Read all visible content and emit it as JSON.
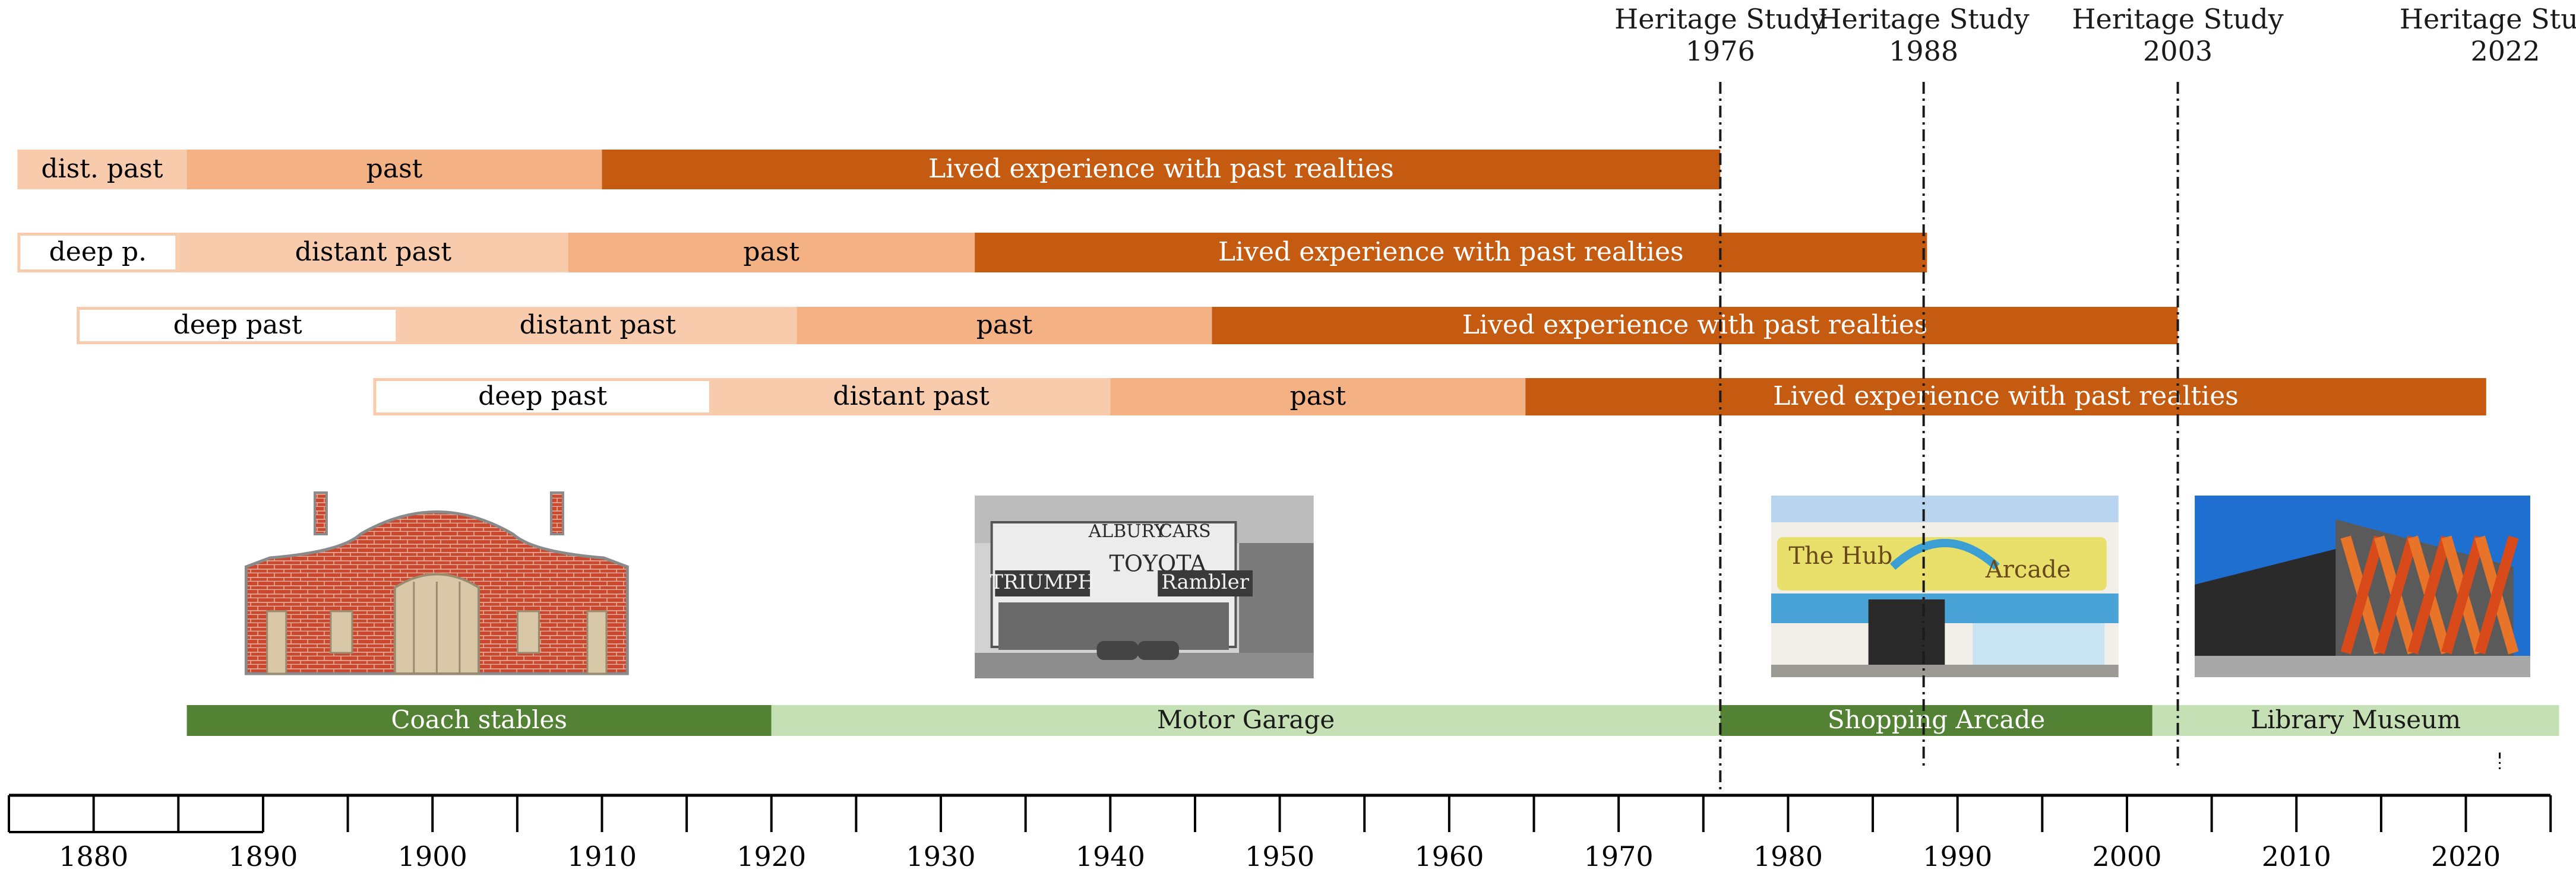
{
  "studies": [
    {
      "label": "Heritage Study",
      "year_label": "1976",
      "year": 1976
    },
    {
      "label": "Heritage Study",
      "year_label": "1988",
      "year": 1988
    },
    {
      "label": "Heritage Study",
      "year_label": "2003",
      "year": 2003
    },
    {
      "label": "Heritage Study",
      "year_label": "2022",
      "year": 2022
    }
  ],
  "rows": [
    {
      "study_year": 1976,
      "segments": [
        {
          "label": "dist. past",
          "start": 1875.5,
          "end": 1885.5,
          "kind": "distant"
        },
        {
          "label": "past",
          "start": 1885.5,
          "end": 1910,
          "kind": "past"
        },
        {
          "label": "Lived experience with past realties",
          "start": 1910,
          "end": 1976,
          "kind": "lived"
        }
      ]
    },
    {
      "study_year": 1988,
      "segments": [
        {
          "label": "deep p.",
          "start": 1875.5,
          "end": 1885,
          "kind": "deep"
        },
        {
          "label": "distant past",
          "start": 1885,
          "end": 1908,
          "kind": "distant"
        },
        {
          "label": "past",
          "start": 1908,
          "end": 1932,
          "kind": "past"
        },
        {
          "label": "Lived experience with past realties",
          "start": 1932,
          "end": 1988.2,
          "kind": "lived"
        }
      ]
    },
    {
      "study_year": 2003,
      "segments": [
        {
          "label": "deep past",
          "start": 1879,
          "end": 1898,
          "kind": "deep"
        },
        {
          "label": "distant past",
          "start": 1898,
          "end": 1921.5,
          "kind": "distant"
        },
        {
          "label": "past",
          "start": 1921.5,
          "end": 1946,
          "kind": "past"
        },
        {
          "label": "Lived experience with past realties",
          "start": 1946,
          "end": 2003,
          "kind": "lived"
        }
      ]
    },
    {
      "study_year": 2022,
      "segments": [
        {
          "label": "deep past",
          "start": 1896.5,
          "end": 1916.5,
          "kind": "deep"
        },
        {
          "label": "distant past",
          "start": 1916.5,
          "end": 1940,
          "kind": "distant"
        },
        {
          "label": "past",
          "start": 1940,
          "end": 1964.5,
          "kind": "past"
        },
        {
          "label": "Lived experience with past realties",
          "start": 1964.5,
          "end": 2021.2,
          "kind": "lived"
        }
      ]
    }
  ],
  "uses": [
    {
      "label": "Coach stables",
      "start": 1885.5,
      "end": 1920,
      "tone": "dark"
    },
    {
      "label": "Motor Garage",
      "start": 1920,
      "end": 1976,
      "tone": "light"
    },
    {
      "label": "Shopping Arcade",
      "start": 1976,
      "end": 2001.5,
      "tone": "dark"
    },
    {
      "label": "Library Museum",
      "start": 2001.5,
      "end": 2025.5,
      "tone": "light"
    }
  ],
  "photos": [
    {
      "name": "coach-stables-illustration",
      "start": 1889,
      "end": 1911.5,
      "kind": "drawing"
    },
    {
      "name": "motor-garage-photo",
      "start": 1932,
      "end": 1952,
      "kind": "bw-photo",
      "signs": [
        "ALBURY",
        "CARS",
        "TOYOTA",
        "TRIUMPH",
        "Rambler"
      ]
    },
    {
      "name": "hub-arcade-photo",
      "start": 1979,
      "end": 1999.5,
      "kind": "color-photo",
      "signs": [
        "The Hub",
        "Arcade"
      ]
    },
    {
      "name": "library-museum-photo",
      "start": 2004,
      "end": 2023.8,
      "kind": "modern-photo"
    }
  ],
  "axis": {
    "min_year": 1875,
    "max_year": 2025,
    "label_years": [
      1880,
      1890,
      1900,
      1910,
      1920,
      1930,
      1940,
      1950,
      1960,
      1970,
      1980,
      1990,
      2000,
      2010,
      2020
    ]
  },
  "colors": {
    "lived": "#c55a11",
    "past": "#f4b183",
    "distant": "#f8cbad",
    "deep_fill": "#ffffff",
    "deep_border": "#f8cbad",
    "use_dark": "#548235",
    "use_light": "#c5e0b4",
    "axis": "#000000"
  }
}
